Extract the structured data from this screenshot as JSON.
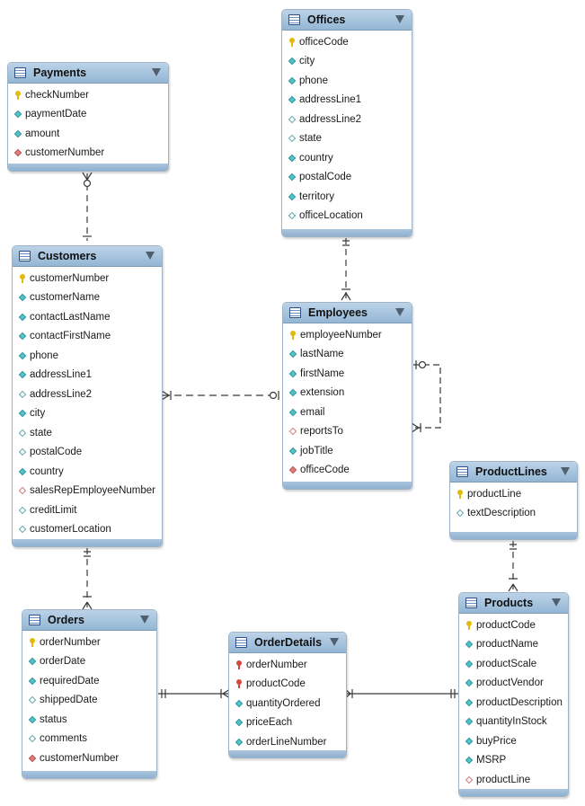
{
  "tables": {
    "payments": {
      "name": "Payments",
      "columns": [
        {
          "name": "checkNumber",
          "icon": "primary-key-icon"
        },
        {
          "name": "paymentDate",
          "icon": "column-icon"
        },
        {
          "name": "amount",
          "icon": "column-icon"
        },
        {
          "name": "customerNumber",
          "icon": "foreign-key-icon"
        }
      ]
    },
    "offices": {
      "name": "Offices",
      "columns": [
        {
          "name": "officeCode",
          "icon": "primary-key-icon"
        },
        {
          "name": "city",
          "icon": "column-icon"
        },
        {
          "name": "phone",
          "icon": "column-icon"
        },
        {
          "name": "addressLine1",
          "icon": "column-icon"
        },
        {
          "name": "addressLine2",
          "icon": "nullable-column-icon"
        },
        {
          "name": "state",
          "icon": "nullable-column-icon"
        },
        {
          "name": "country",
          "icon": "column-icon"
        },
        {
          "name": "postalCode",
          "icon": "column-icon"
        },
        {
          "name": "territory",
          "icon": "column-icon"
        },
        {
          "name": "officeLocation",
          "icon": "nullable-column-icon"
        }
      ]
    },
    "customers": {
      "name": "Customers",
      "columns": [
        {
          "name": "customerNumber",
          "icon": "primary-key-icon"
        },
        {
          "name": "customerName",
          "icon": "column-icon"
        },
        {
          "name": "contactLastName",
          "icon": "column-icon"
        },
        {
          "name": "contactFirstName",
          "icon": "column-icon"
        },
        {
          "name": "phone",
          "icon": "column-icon"
        },
        {
          "name": "addressLine1",
          "icon": "column-icon"
        },
        {
          "name": "addressLine2",
          "icon": "nullable-column-icon"
        },
        {
          "name": "city",
          "icon": "column-icon"
        },
        {
          "name": "state",
          "icon": "nullable-column-icon"
        },
        {
          "name": "postalCode",
          "icon": "nullable-column-icon"
        },
        {
          "name": "country",
          "icon": "column-icon"
        },
        {
          "name": "salesRepEmployeeNumber",
          "icon": "nullable-foreign-key-icon"
        },
        {
          "name": "creditLimit",
          "icon": "nullable-column-icon"
        },
        {
          "name": "customerLocation",
          "icon": "nullable-column-icon"
        }
      ]
    },
    "employees": {
      "name": "Employees",
      "columns": [
        {
          "name": "employeeNumber",
          "icon": "primary-key-icon"
        },
        {
          "name": "lastName",
          "icon": "column-icon"
        },
        {
          "name": "firstName",
          "icon": "column-icon"
        },
        {
          "name": "extension",
          "icon": "column-icon"
        },
        {
          "name": "email",
          "icon": "column-icon"
        },
        {
          "name": "reportsTo",
          "icon": "nullable-foreign-key-icon"
        },
        {
          "name": "jobTitle",
          "icon": "column-icon"
        },
        {
          "name": "officeCode",
          "icon": "foreign-key-icon"
        }
      ]
    },
    "productlines": {
      "name": "ProductLines",
      "columns": [
        {
          "name": "productLine",
          "icon": "primary-key-icon"
        },
        {
          "name": "textDescription",
          "icon": "nullable-column-icon"
        }
      ]
    },
    "orders": {
      "name": "Orders",
      "columns": [
        {
          "name": "orderNumber",
          "icon": "primary-key-icon"
        },
        {
          "name": "orderDate",
          "icon": "column-icon"
        },
        {
          "name": "requiredDate",
          "icon": "column-icon"
        },
        {
          "name": "shippedDate",
          "icon": "nullable-column-icon"
        },
        {
          "name": "status",
          "icon": "column-icon"
        },
        {
          "name": "comments",
          "icon": "nullable-column-icon"
        },
        {
          "name": "customerNumber",
          "icon": "foreign-key-icon"
        }
      ]
    },
    "orderdetails": {
      "name": "OrderDetails",
      "columns": [
        {
          "name": "orderNumber",
          "icon": "primary-foreign-key-icon"
        },
        {
          "name": "productCode",
          "icon": "primary-foreign-key-icon"
        },
        {
          "name": "quantityOrdered",
          "icon": "column-icon"
        },
        {
          "name": "priceEach",
          "icon": "column-icon"
        },
        {
          "name": "orderLineNumber",
          "icon": "column-icon"
        }
      ]
    },
    "products": {
      "name": "Products",
      "columns": [
        {
          "name": "productCode",
          "icon": "primary-key-icon"
        },
        {
          "name": "productName",
          "icon": "column-icon"
        },
        {
          "name": "productScale",
          "icon": "column-icon"
        },
        {
          "name": "productVendor",
          "icon": "column-icon"
        },
        {
          "name": "productDescription",
          "icon": "column-icon"
        },
        {
          "name": "quantityInStock",
          "icon": "column-icon"
        },
        {
          "name": "buyPrice",
          "icon": "column-icon"
        },
        {
          "name": "MSRP",
          "icon": "column-icon"
        },
        {
          "name": "productLine",
          "icon": "nullable-foreign-key-icon"
        }
      ]
    }
  },
  "colors": {
    "header": "#a8c4de",
    "line": "#333333",
    "primary_key": "#e3b90b",
    "foreign_key": "#e07f7f",
    "column": "#55c3c9"
  }
}
